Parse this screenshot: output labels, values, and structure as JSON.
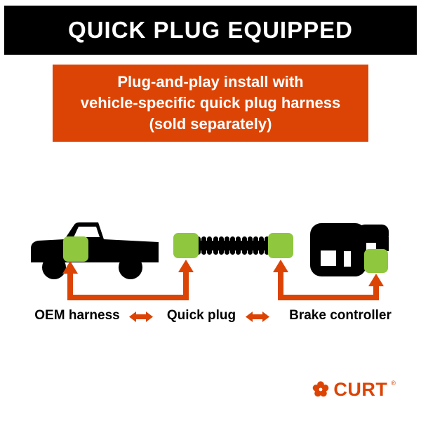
{
  "colors": {
    "orange": "#DC4405",
    "green": "#8FC73E",
    "black": "#000000",
    "white": "#FFFFFF"
  },
  "banner": {
    "title": "QUICK PLUG EQUIPPED"
  },
  "info_box": {
    "lines": [
      "Plug-and-play install with",
      "vehicle-specific quick plug harness",
      "(sold separately)"
    ]
  },
  "diagram": {
    "labels": [
      {
        "id": "oem-harness",
        "text": "OEM harness"
      },
      {
        "id": "quick-plug",
        "text": "Quick plug"
      },
      {
        "id": "brake-controller",
        "text": "Brake controller"
      }
    ],
    "icons": [
      "truck-icon",
      "quick-plug-cable-icon",
      "brake-controller-icon",
      "green-connector",
      "pointer-arrow-icon",
      "double-arrow-icon"
    ]
  },
  "footer": {
    "brand": "CURT",
    "trademark": "®"
  }
}
